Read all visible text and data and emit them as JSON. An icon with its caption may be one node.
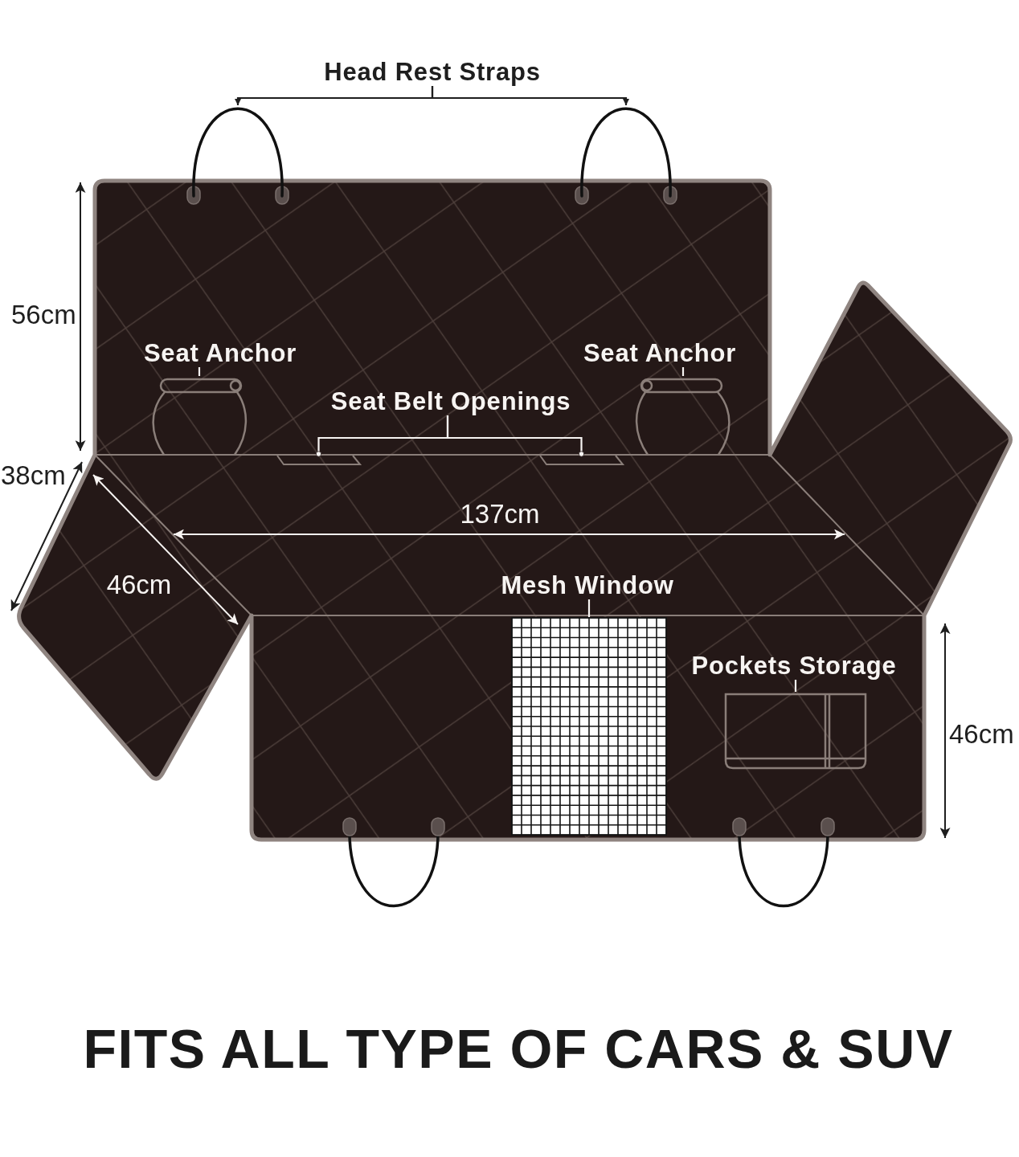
{
  "diagram": {
    "caption": "FITS ALL TYPE OF CARS & SUV",
    "nodes": [
      {
        "text": [
          "Head Rest Straps"
        ]
      },
      {
        "text": [],
        "shape": "picture"
      },
      {
        "text": [],
        "shape": "picture"
      },
      {
        "text": [
          "Seat Anchor"
        ]
      },
      {
        "text": [],
        "shape": "picture"
      },
      {
        "text": [
          "Seat Anchor"
        ]
      },
      {
        "text": [],
        "shape": "picture"
      },
      {
        "text": [
          "Seat Belt Openings"
        ]
      },
      {
        "text": [],
        "shape": "picture"
      },
      {
        "text": [],
        "shape": "picture"
      },
      {
        "text": [
          "Mesh Window"
        ]
      },
      {
        "text": [],
        "shape": "box"
      },
      {
        "text": [
          "Pockets Storage"
        ]
      },
      {
        "text": [],
        "shape": "picture"
      }
    ],
    "edges": [
      {
        "from": 0,
        "to": 1,
        "arrow": "to",
        "color": "#1e1e1e"
      },
      {
        "from": 0,
        "to": 2,
        "arrow": "to",
        "color": "#1e1e1e"
      },
      {
        "from": 3,
        "to": 4,
        "arrow": "none"
      },
      {
        "from": 5,
        "to": 6,
        "arrow": "none"
      },
      {
        "from": 7,
        "to": 8,
        "arrow": "other"
      },
      {
        "from": 7,
        "to": 9,
        "arrow": "other"
      },
      {
        "from": 10,
        "to": 11,
        "arrow": "none"
      },
      {
        "from": 12,
        "to": 13,
        "arrow": "none"
      }
    ],
    "labels": [
      "56cm",
      "38cm",
      "137cm",
      "46cm",
      "46cm"
    ]
  }
}
